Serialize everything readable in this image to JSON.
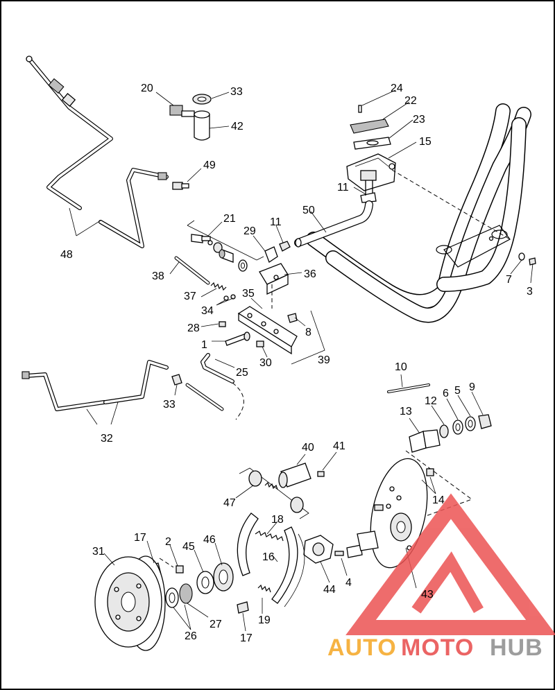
{
  "diagram": {
    "callouts": [
      {
        "id": "c20",
        "text": "20"
      },
      {
        "id": "c33a",
        "text": "33"
      },
      {
        "id": "c42",
        "text": "42"
      },
      {
        "id": "c49",
        "text": "49"
      },
      {
        "id": "c48",
        "text": "48"
      },
      {
        "id": "c24",
        "text": "24"
      },
      {
        "id": "c22",
        "text": "22"
      },
      {
        "id": "c23",
        "text": "23"
      },
      {
        "id": "c15",
        "text": "15"
      },
      {
        "id": "c11a",
        "text": "11"
      },
      {
        "id": "c50",
        "text": "50"
      },
      {
        "id": "c21",
        "text": "21"
      },
      {
        "id": "c29",
        "text": "29"
      },
      {
        "id": "c11b",
        "text": "11"
      },
      {
        "id": "c38",
        "text": "38"
      },
      {
        "id": "c36",
        "text": "36"
      },
      {
        "id": "c35",
        "text": "35"
      },
      {
        "id": "c37",
        "text": "37"
      },
      {
        "id": "c34",
        "text": "34"
      },
      {
        "id": "c28",
        "text": "28"
      },
      {
        "id": "c8",
        "text": "8"
      },
      {
        "id": "c1",
        "text": "1"
      },
      {
        "id": "c30",
        "text": "30"
      },
      {
        "id": "c39",
        "text": "39"
      },
      {
        "id": "c25",
        "text": "25"
      },
      {
        "id": "c33b",
        "text": "33"
      },
      {
        "id": "c32",
        "text": "32"
      },
      {
        "id": "c7",
        "text": "7"
      },
      {
        "id": "c3",
        "text": "3"
      },
      {
        "id": "c10",
        "text": "10"
      },
      {
        "id": "c13",
        "text": "13"
      },
      {
        "id": "c12",
        "text": "12"
      },
      {
        "id": "c6",
        "text": "6"
      },
      {
        "id": "c5",
        "text": "5"
      },
      {
        "id": "c9",
        "text": "9"
      },
      {
        "id": "c40",
        "text": "40"
      },
      {
        "id": "c41",
        "text": "41"
      },
      {
        "id": "c14",
        "text": "14"
      },
      {
        "id": "c47",
        "text": "47"
      },
      {
        "id": "c18",
        "text": "18"
      },
      {
        "id": "c17a",
        "text": "17"
      },
      {
        "id": "c2",
        "text": "2"
      },
      {
        "id": "c45",
        "text": "45"
      },
      {
        "id": "c46",
        "text": "46"
      },
      {
        "id": "c31",
        "text": "31"
      },
      {
        "id": "c16",
        "text": "16"
      },
      {
        "id": "c44",
        "text": "44"
      },
      {
        "id": "c4",
        "text": "4"
      },
      {
        "id": "c43",
        "text": "43"
      },
      {
        "id": "c27",
        "text": "27"
      },
      {
        "id": "c26",
        "text": "26"
      },
      {
        "id": "c19",
        "text": "19"
      },
      {
        "id": "c17b",
        "text": "17"
      }
    ]
  },
  "watermark": {
    "part1": "AUTO",
    "part2": "MOTO",
    "part3": "HUB",
    "colors": {
      "red": "#e84a4a",
      "orange": "#f5a623",
      "gray": "#8c8c8c",
      "triangle": "#ec5353"
    }
  }
}
